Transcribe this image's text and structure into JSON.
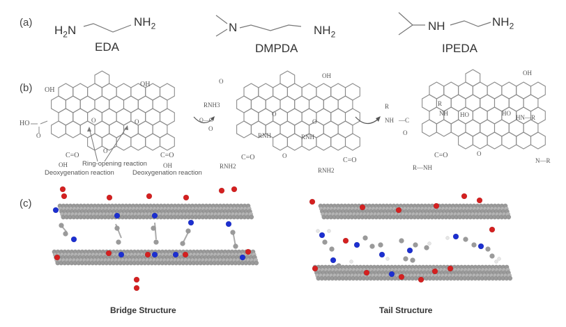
{
  "panels": {
    "a": {
      "label": "(a)",
      "molecules": [
        {
          "name": "EDA",
          "left_group": "H",
          "left_sub": "2",
          "left_tail": "N",
          "right_group": "NH",
          "right_sub": "2"
        },
        {
          "name": "DMPDA",
          "left_group": "N",
          "right_group": "NH",
          "right_sub": "2"
        },
        {
          "name": "IPEDA",
          "left_group": "NH",
          "right_group": "NH",
          "right_sub": "2"
        }
      ]
    },
    "b": {
      "label": "(b)",
      "go_labels": {
        "oh_top_left": "OH",
        "oh_top_right": "OH",
        "cooh_left": "HO",
        "epoxy_o1": "O",
        "epoxy_o2": "O",
        "carbonyl": "O",
        "c_eq_o_left": "C=O",
        "c_eq_o_right": "C=O",
        "oh_bottom_left": "OH",
        "oh_bottom_right": "OH"
      },
      "annotations": {
        "ring_opening": "Ring-opening reaction",
        "deoxygenation_left": "Deoxygenation reaction",
        "deoxygenation_right": "Deoxygenation reaction"
      },
      "intermediate_labels": {
        "o_top": "O",
        "oh_top": "OH",
        "rnh3_left": "RNH3",
        "rnh_1": "RNH",
        "rnh_2": "RNH",
        "rnh2_bottom_left": "RNH2",
        "rnh2_bottom_right": "RNH2",
        "c_eq_o_1": "C=O",
        "c_eq_o_2": "C=O"
      },
      "product_labels": {
        "oh_top": "OH",
        "r_left": "R",
        "nh_left": "NH",
        "r_nh": "R",
        "nh_inner": "NH",
        "ho_1": "HO",
        "ho_2": "HO",
        "hn_r": "HN—R",
        "c_eq_o": "C=O",
        "r_nh_bottom": "R—NH",
        "n_r": "N—R",
        "carbonyl": "O"
      }
    },
    "c": {
      "label": "(c)",
      "structures": [
        {
          "caption": "Bridge Structure"
        },
        {
          "caption": "Tail Structure"
        }
      ]
    }
  },
  "colors": {
    "oxygen": "#d42020",
    "nitrogen": "#1c2fd0",
    "carbon": "#9a9a9a",
    "hydrogen": "#e6e6e6",
    "bond_line": "#8a8a8a"
  }
}
